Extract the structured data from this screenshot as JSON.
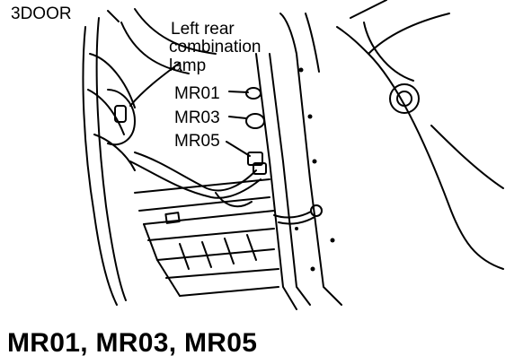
{
  "diagram": {
    "variant_label": "3DOOR",
    "lamp_label": {
      "line1": "Left rear",
      "line2": "combination",
      "line3": "lamp"
    },
    "connectors": [
      {
        "id": "MR01",
        "label": "MR01"
      },
      {
        "id": "MR03",
        "label": "MR03"
      },
      {
        "id": "MR05",
        "label": "MR05"
      }
    ],
    "caption": "MR01, MR03, MR05"
  }
}
